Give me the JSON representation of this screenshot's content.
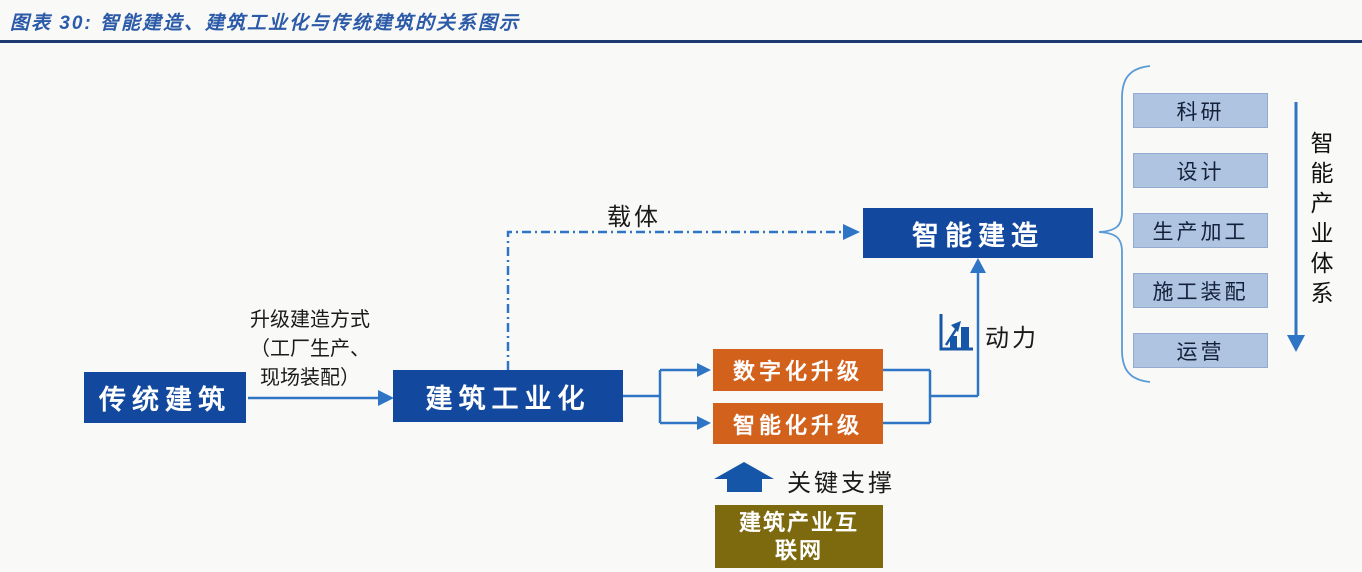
{
  "header": {
    "title": "图表 30:  智能建造、建筑工业化与传统建筑的关系图示"
  },
  "nodes": {
    "traditional": "传统建筑",
    "industrialization": "建筑工业化",
    "digital_upgrade": "数字化升级",
    "intelligent_upgrade": "智能化升级",
    "intelligent_construction": "智能建造",
    "industry_internet": "建筑产业互联网"
  },
  "labels": {
    "upgrade_line1": "升级建造方式",
    "upgrade_line2": "（工厂生产、",
    "upgrade_line3": "现场装配）",
    "carrier": "载体",
    "power": "动力",
    "key_support": "关键支撑",
    "industry_system": "智能产业体系"
  },
  "industry_chain": [
    "科研",
    "设计",
    "生产加工",
    "施工装配",
    "运营"
  ],
  "colors": {
    "primary_blue": "#12489e",
    "orange": "#d2611c",
    "light_blue": "#aec4e0",
    "olive": "#7e6a0e",
    "connector_blue": "#2e75c6",
    "brace_blue": "#5b9bd5",
    "title_blue": "#2b5aa8",
    "divider_navy": "#1f3a70"
  }
}
